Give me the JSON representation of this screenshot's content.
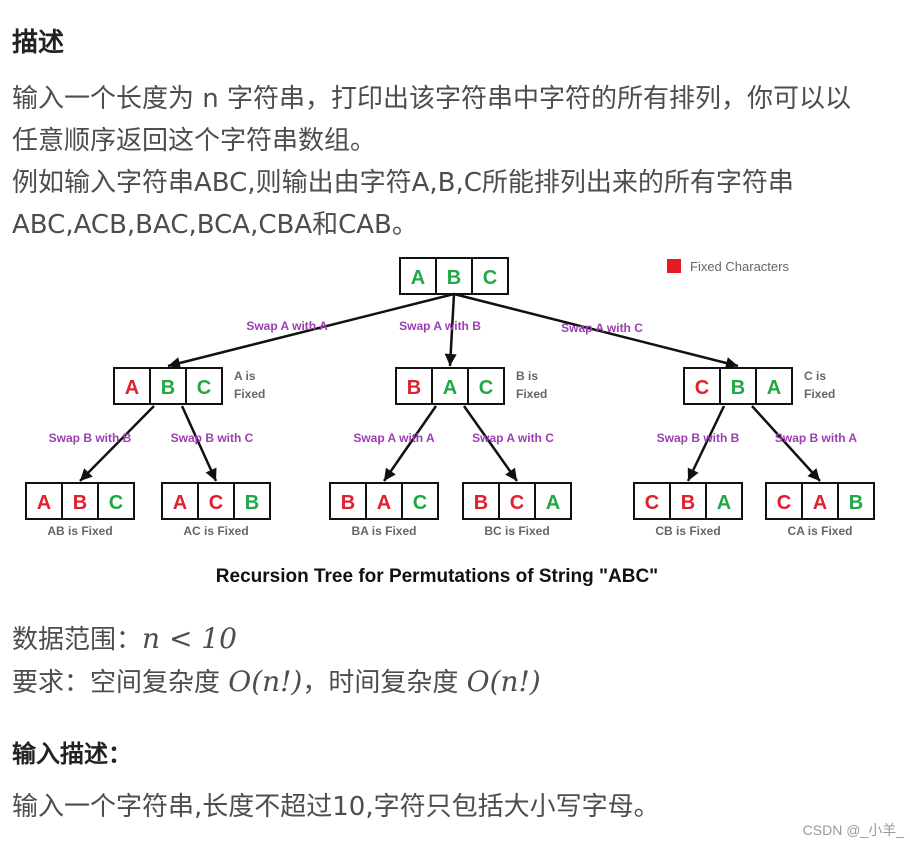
{
  "headings": {
    "description": "描述",
    "input_description": "输入描述："
  },
  "paragraphs": {
    "line1": "输入一个长度为 n 字符串，打印出该字符串中字符的所有排列，你可以以",
    "line2": "任意顺序返回这个字符串数组。",
    "line3": "例如输入字符串ABC,则输出由字符A,B,C所能排列出来的所有字符串",
    "line4": "ABC,ACB,BAC,BCA,CBA和CAB。",
    "range_label": "数据范围：",
    "range_expr": "n < 10",
    "req_label": "要求：空间复杂度 ",
    "req_space": "O(n!)",
    "req_mid": "，时间复杂度 ",
    "req_time": "O(n!)",
    "input_text": "输入一个字符串,长度不超过10,字符只包括大小写字母。"
  },
  "figure": {
    "legend": "Fixed Characters",
    "caption": "Recursion Tree for Permutations of String \"ABC\"",
    "colors": {
      "fixed": "#e0202e",
      "free": "#21a845",
      "edge_label": "#9b3fb0",
      "note": "#666666",
      "legend_box": "#e31b23"
    },
    "root": [
      "A",
      "B",
      "C"
    ],
    "level1": [
      {
        "chars": [
          "A",
          "B",
          "C"
        ],
        "fixed": 1,
        "edge": "Swap A with A",
        "note1": "A is",
        "note2": "Fixed"
      },
      {
        "chars": [
          "B",
          "A",
          "C"
        ],
        "fixed": 1,
        "edge": "Swap A with B",
        "note1": "B is",
        "note2": "Fixed"
      },
      {
        "chars": [
          "C",
          "B",
          "A"
        ],
        "fixed": 1,
        "edge": "Swap A with C",
        "note1": "C is",
        "note2": "Fixed"
      }
    ],
    "level2": [
      {
        "chars": [
          "A",
          "B",
          "C"
        ],
        "fixed": 2,
        "edge": "Swap B with B",
        "note": "AB is Fixed"
      },
      {
        "chars": [
          "A",
          "C",
          "B"
        ],
        "fixed": 2,
        "edge": "Swap B with C",
        "note": "AC is Fixed"
      },
      {
        "chars": [
          "B",
          "A",
          "C"
        ],
        "fixed": 2,
        "edge": "Swap A with A",
        "note": "BA is Fixed"
      },
      {
        "chars": [
          "B",
          "C",
          "A"
        ],
        "fixed": 2,
        "edge": "Swap A with C",
        "note": "BC is Fixed"
      },
      {
        "chars": [
          "C",
          "B",
          "A"
        ],
        "fixed": 2,
        "edge": "Swap B with B",
        "note": "CB is Fixed"
      },
      {
        "chars": [
          "C",
          "A",
          "B"
        ],
        "fixed": 2,
        "edge": "Swap B with A",
        "note": "CA is Fixed"
      }
    ]
  },
  "watermark": "CSDN @_小羊_"
}
